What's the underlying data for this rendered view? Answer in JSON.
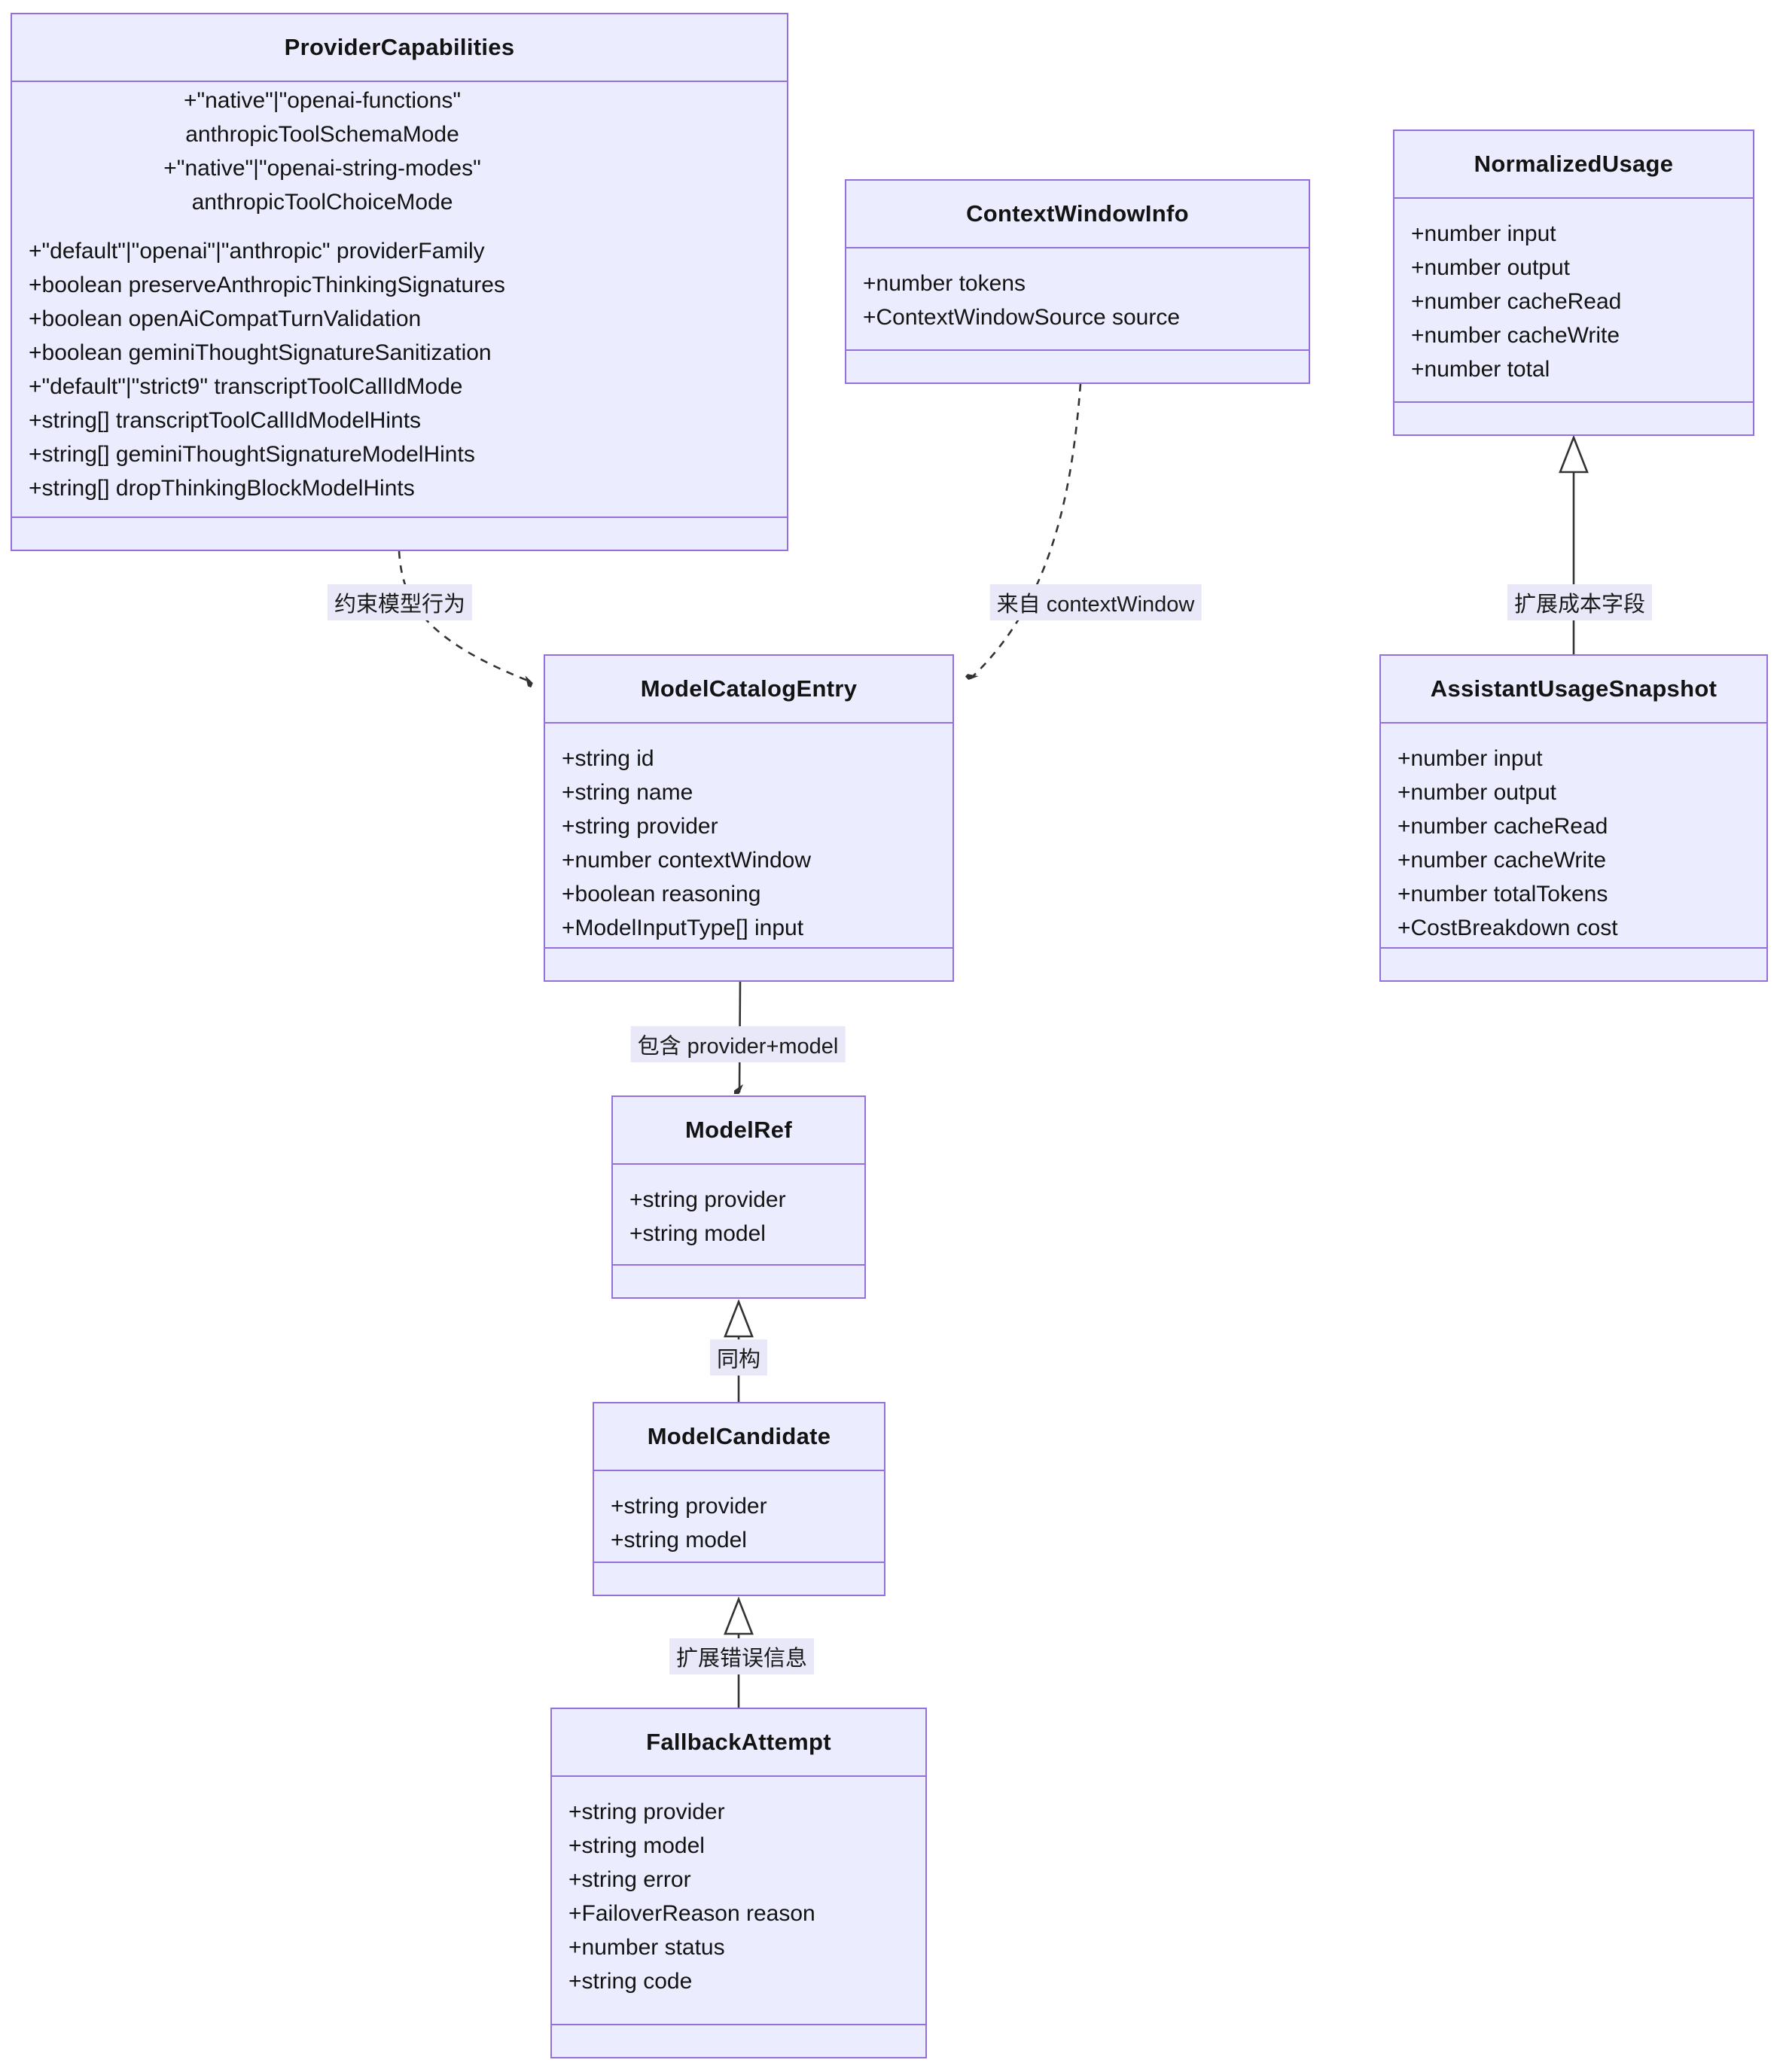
{
  "diagram": {
    "type": "uml-class-diagram",
    "background": "#ffffff"
  },
  "colors": {
    "node_fill": "#ECECFF",
    "node_border": "#9370DB",
    "edge_line": "#333333",
    "edge_label_background": "#e8e8f8",
    "text": "#131313"
  },
  "classes": {
    "provider_capabilities": {
      "name": "ProviderCapabilities",
      "wrapped_lines": [
        "+\"native\"|\"openai-functions\"",
        "anthropicToolSchemaMode",
        "+\"native\"|\"openai-string-modes\"",
        "anthropicToolChoiceMode"
      ],
      "members": [
        "+\"default\"|\"openai\"|\"anthropic\" providerFamily",
        "+boolean preserveAnthropicThinkingSignatures",
        "+boolean openAiCompatTurnValidation",
        "+boolean geminiThoughtSignatureSanitization",
        "+\"default\"|\"strict9\" transcriptToolCallIdMode",
        "+string[] transcriptToolCallIdModelHints",
        "+string[] geminiThoughtSignatureModelHints",
        "+string[] dropThinkingBlockModelHints"
      ]
    },
    "context_window_info": {
      "name": "ContextWindowInfo",
      "members": [
        "+number tokens",
        "+ContextWindowSource source"
      ]
    },
    "normalized_usage": {
      "name": "NormalizedUsage",
      "members": [
        "+number input",
        "+number output",
        "+number cacheRead",
        "+number cacheWrite",
        "+number total"
      ]
    },
    "model_catalog_entry": {
      "name": "ModelCatalogEntry",
      "members": [
        "+string id",
        "+string name",
        "+string provider",
        "+number contextWindow",
        "+boolean reasoning",
        "+ModelInputType[] input"
      ]
    },
    "assistant_usage_snapshot": {
      "name": "AssistantUsageSnapshot",
      "members": [
        "+number input",
        "+number output",
        "+number cacheRead",
        "+number cacheWrite",
        "+number totalTokens",
        "+CostBreakdown cost"
      ]
    },
    "model_ref": {
      "name": "ModelRef",
      "members": [
        "+string provider",
        "+string model"
      ]
    },
    "model_candidate": {
      "name": "ModelCandidate",
      "members": [
        "+string provider",
        "+string model"
      ]
    },
    "fallback_attempt": {
      "name": "FallbackAttempt",
      "members": [
        "+string provider",
        "+string model",
        "+string error",
        "+FailoverReason reason",
        "+number status",
        "+string code"
      ]
    }
  },
  "edges": [
    {
      "from": "ProviderCapabilities",
      "to": "ModelCatalogEntry",
      "label": "约束模型行为",
      "type": "dashed-dependency"
    },
    {
      "from": "ContextWindowInfo",
      "to": "ModelCatalogEntry",
      "label": "来自 contextWindow",
      "type": "dashed-dependency"
    },
    {
      "from": "AssistantUsageSnapshot",
      "to": "NormalizedUsage",
      "label": "扩展成本字段",
      "type": "inheritance"
    },
    {
      "from": "ModelCatalogEntry",
      "to": "ModelRef",
      "label": "包含 provider+model",
      "type": "association-arrow"
    },
    {
      "from": "ModelCandidate",
      "to": "ModelRef",
      "label": "同构",
      "type": "inheritance"
    },
    {
      "from": "FallbackAttempt",
      "to": "ModelCandidate",
      "label": "扩展错误信息",
      "type": "inheritance"
    }
  ]
}
